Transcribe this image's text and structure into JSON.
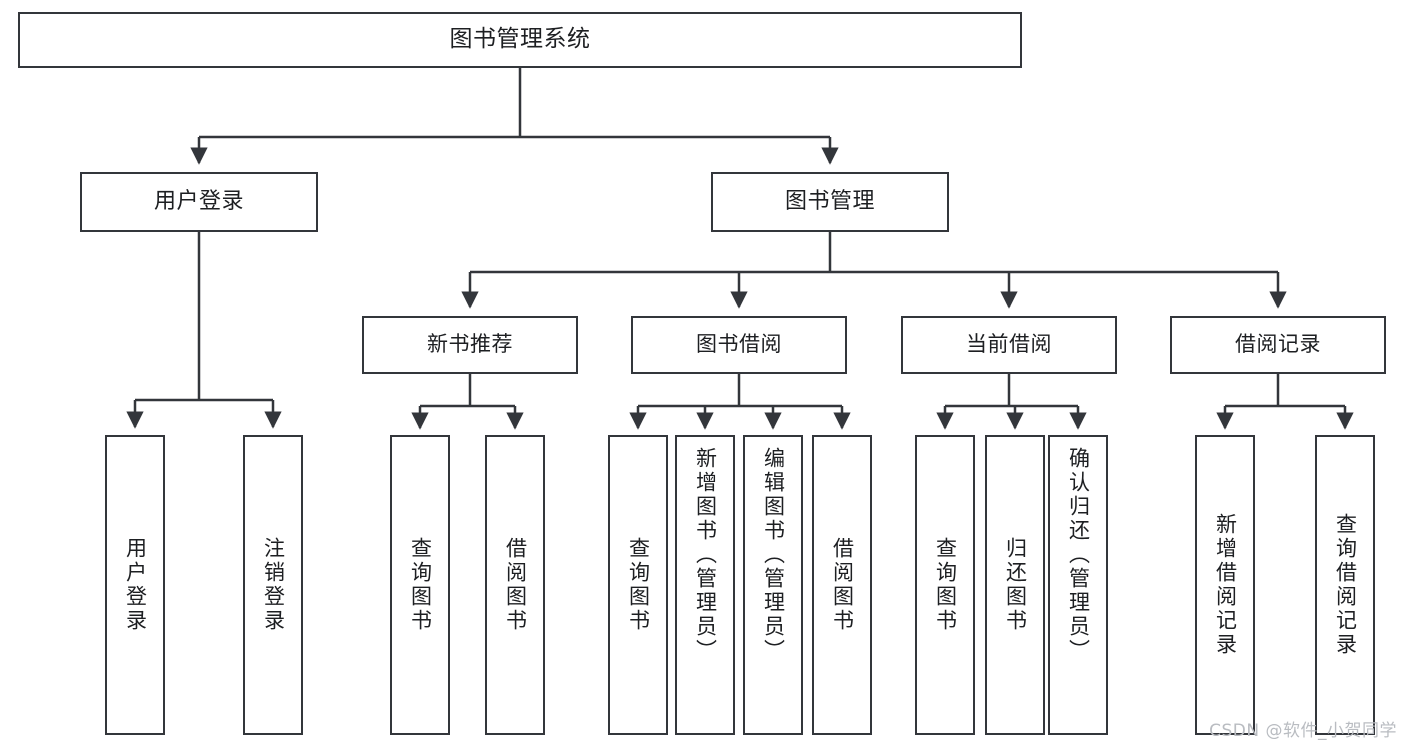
{
  "diagram": {
    "type": "tree",
    "title": "图书管理系统",
    "orientation": "top-down",
    "colors": {
      "box_border": "#33363b",
      "box_fill": "#ffffff",
      "edge": "#33363b",
      "text": "#1d1f22",
      "watermark": "#b9bcc1",
      "background": "#ffffff"
    },
    "root": {
      "label": "图书管理系统"
    },
    "level2": [
      {
        "label": "用户登录"
      },
      {
        "label": "图书管理"
      }
    ],
    "level3": [
      {
        "label": "新书推荐"
      },
      {
        "label": "图书借阅"
      },
      {
        "label": "当前借阅"
      },
      {
        "label": "借阅记录"
      }
    ],
    "leaves": {
      "user_login": [
        {
          "label": "用户登录"
        },
        {
          "label": "注销登录"
        }
      ],
      "new_book_recommend": [
        {
          "label": "查询图书"
        },
        {
          "label": "借阅图书"
        }
      ],
      "book_borrow": [
        {
          "label": "查询图书"
        },
        {
          "label": "新增图书（管理员）"
        },
        {
          "label": "编辑图书（管理员）"
        },
        {
          "label": "借阅图书"
        }
      ],
      "current_borrow": [
        {
          "label": "查询图书"
        },
        {
          "label": "归还图书"
        },
        {
          "label": "确认归还（管理员）"
        }
      ],
      "borrow_record": [
        {
          "label": "新增借阅记录"
        },
        {
          "label": "查询借阅记录"
        }
      ]
    }
  },
  "watermark": {
    "text": "CSDN @软件_小贺同学"
  }
}
